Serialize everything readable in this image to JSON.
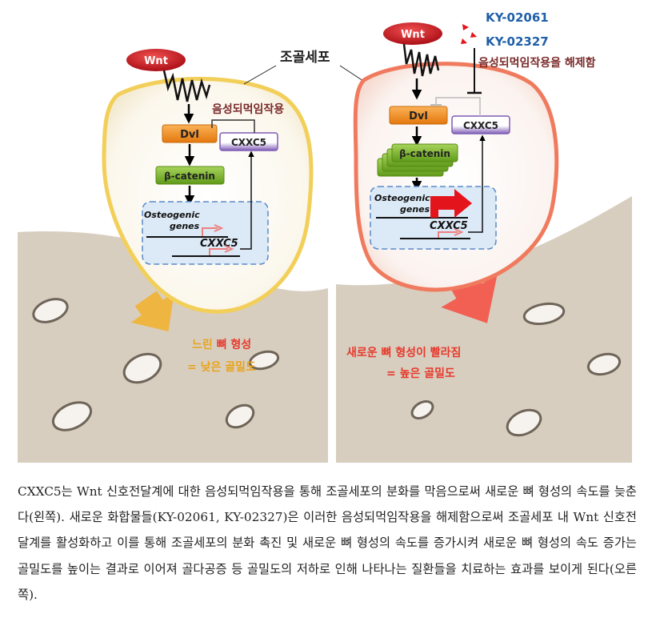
{
  "colors": {
    "bone": "#d9cfc2",
    "left_cell_border": "#f2cf59",
    "right_cell_border": "#f07a5e",
    "orange_arrow": "#f2b233",
    "red_arrow": "#f25a4c",
    "wnt": "#c9101a",
    "dvl": "#f08a1d",
    "beta_catenin": "#7ab428",
    "cxxc5": "#8e6ec0",
    "compound_text": "#1f5fa8",
    "inhibition_text": "#7a2a2a",
    "slow_text": "#e8a31a",
    "fast_text": "#e6392b"
  },
  "icons": [
    "wnt-receptor-icon",
    "flag-arrow-icon",
    "red-arrowhead-icon"
  ],
  "diagram": {
    "cell_label": "조골세포",
    "left": {
      "wnt": "Wnt",
      "dvl": "Dvl",
      "cxxc5": "CXXC5",
      "beta_catenin": "β-catenin",
      "inhibition": "음성되먹임작용",
      "genes_line1": "Osteogenic",
      "genes_line2": "genes",
      "cxxc5_gene": "CXXC5",
      "result_line1_a": "느린 ",
      "result_line1_b": "뼈 형성",
      "result_line2": "= 낮은 골밀도"
    },
    "right": {
      "wnt": "Wnt",
      "compound1": "KY-02061",
      "compound2": "KY-02327",
      "release": "음성되먹임작용을 해제함",
      "dvl": "Dvl",
      "cxxc5": "CXXC5",
      "beta_catenin": "β-catenin",
      "genes_line1": "Osteogenic",
      "genes_line2": "genes",
      "cxxc5_gene": "CXXC5",
      "result_line1": "새로운 뼈 형성이 빨라짐",
      "result_line2": "= 높은 골밀도"
    }
  },
  "caption": "CXXC5는 Wnt 신호전달계에 대한 음성되먹임작용을 통해 조골세포의 분화를 막음으로써 새로운 뼈 형성의 속도를 늦춘다(왼쪽). 새로운 화합물들(KY-02061, KY-02327)은 이러한 음성되먹임작용을 해제함으로써 조골세포 내 Wnt 신호전달계를 활성화하고 이를 통해 조골세포의 분화 촉진 및 새로운 뼈 형성의 속도를 증가시켜 새로운 뼈 형성의 속도 증가는 골밀도를 높이는 결과로 이어져 골다공증 등 골밀도의 저하로 인해 나타나는 질환들을 치료하는 효과를 보이게 된다(오른쪽)."
}
